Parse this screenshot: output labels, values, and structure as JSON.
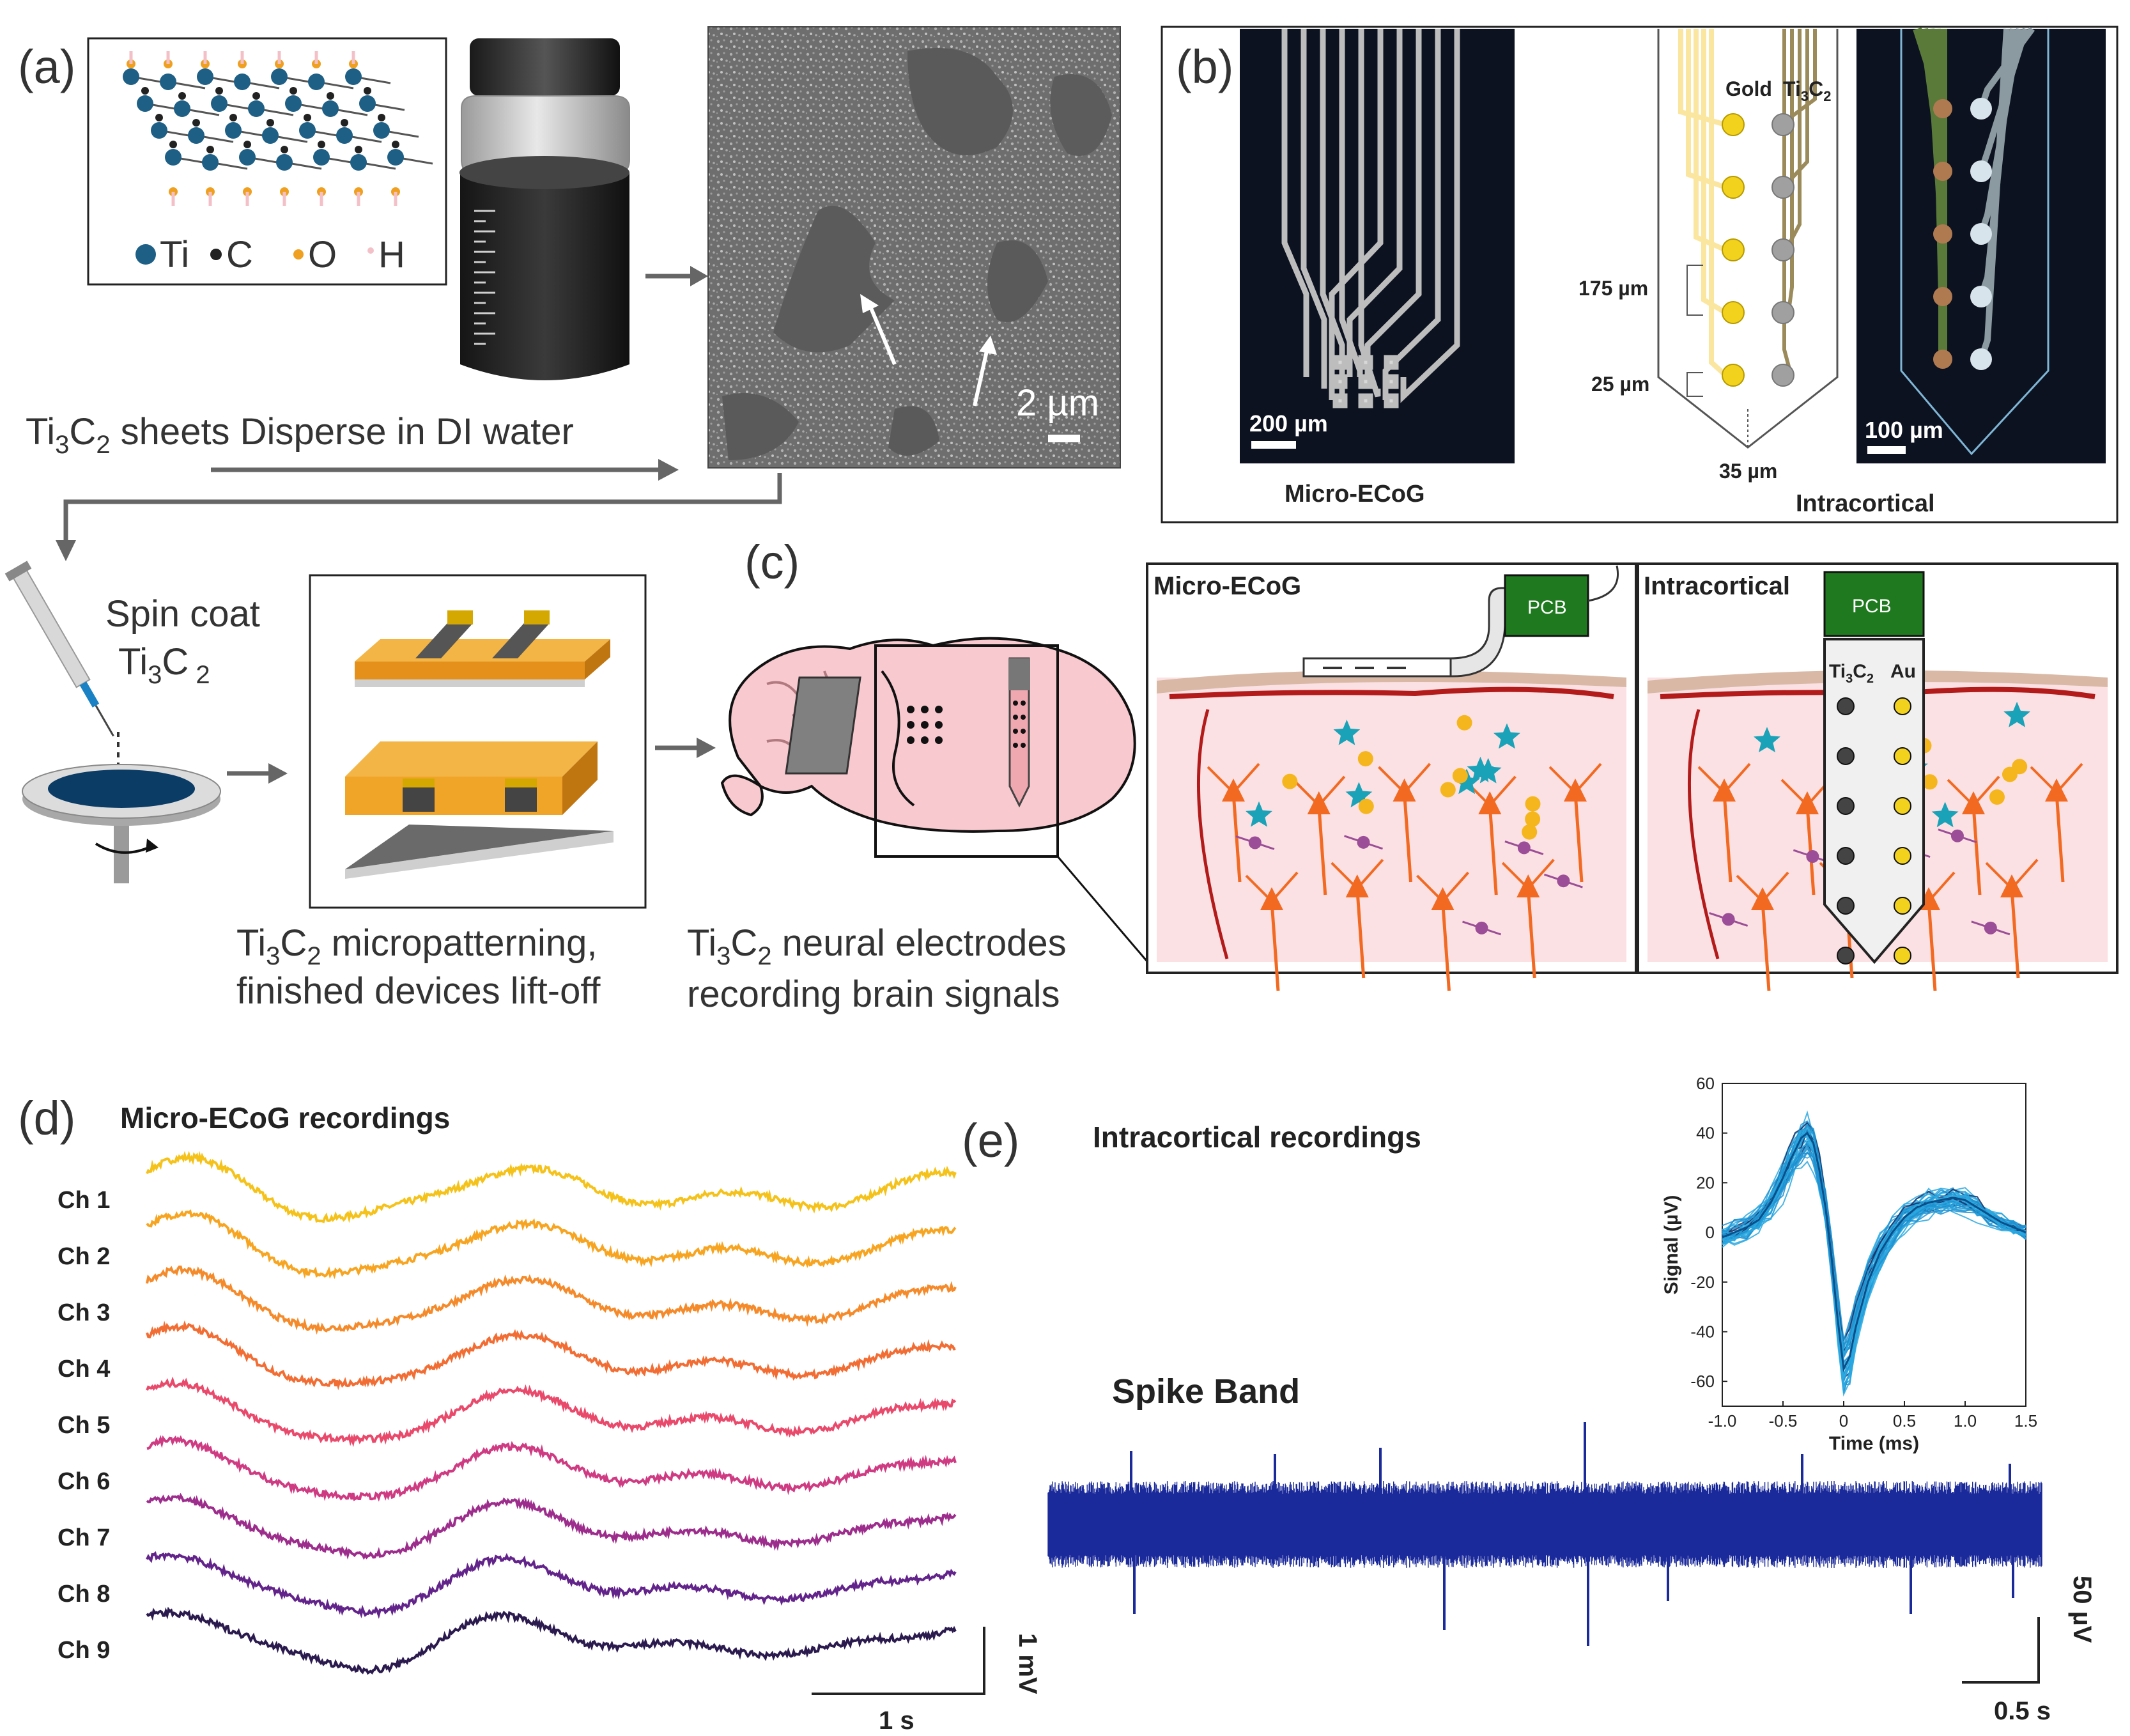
{
  "panels": {
    "a": {
      "label": "(a)",
      "legend": {
        "ti": "Ti",
        "c": "C",
        "o": "O",
        "h": "H"
      },
      "caption1": {
        "pre": "Ti",
        "s1": "3",
        "mid": "C",
        "s2": "2",
        "post": " sheets Disperse in DI water"
      },
      "scale": "2 µm",
      "spin": {
        "line1": "Spin coat",
        "pre": "Ti",
        "s1": "3",
        "mid": "C",
        "s2": " 2"
      },
      "caption2": {
        "pre": "Ti",
        "s1": "3",
        "mid": "C",
        "s2": "2",
        "post": " micropatterning,",
        "line2": "finished devices lift-off"
      },
      "colors": {
        "ti": "#1e5f86",
        "c": "#222222",
        "o": "#f0a020",
        "h": "#f4c0c8"
      }
    },
    "b": {
      "label": "(b)",
      "micro_scale": "200 µm",
      "micro_caption": "Micro-ECoG",
      "gold": "Gold",
      "ti3c2": {
        "pre": "Ti",
        "s1": "3",
        "mid": "C",
        "s2": "2"
      },
      "dim1": "175 µm",
      "dim2": "25 µm",
      "dim3": "35 µm",
      "intra_caption": "Intracortical",
      "intra_scale": "100 µm",
      "colors": {
        "gold": "#f2d21c",
        "ti3c2": "#a0a0a0",
        "trace": "#fbe6a0"
      }
    },
    "c": {
      "label": "(c)",
      "caption": {
        "pre": "Ti",
        "s1": "3",
        "mid": "C",
        "s2": "2",
        "post": " neural electrodes",
        "line2": "recording brain signals"
      },
      "micro_title": "Micro-ECoG",
      "intra_title": "Intracortical",
      "pcb": "PCB",
      "probe": {
        "pre": "Ti",
        "s1": "3",
        "mid": "C",
        "s2": "2",
        "au": "Au"
      },
      "colors": {
        "pcb": "#1f7a1f",
        "tissue": "#fbe1e3",
        "vessel": "#b31b1b",
        "neuron": "#f26a22",
        "astro": "#1aa3b8",
        "glia": "#f5b51c",
        "micro": "#9b4e97"
      }
    },
    "d": {
      "label": "(d)",
      "title": "Micro-ECoG recordings",
      "channels": [
        "Ch 1",
        "Ch 2",
        "Ch 3",
        "Ch 4",
        "Ch 5",
        "Ch 6",
        "Ch 7",
        "Ch 8",
        "Ch 9"
      ],
      "scale_y": "1 mV",
      "scale_x": "1 s",
      "colors": [
        "#f5c21a",
        "#f7a521",
        "#f58a2a",
        "#f26d33",
        "#e9496b",
        "#cf3b82",
        "#9d2d8c",
        "#62238a",
        "#2a1a4e"
      ]
    },
    "e": {
      "label": "(e)",
      "title": "Intracortical recordings",
      "band_title": "Spike Band",
      "scale_y": "50 µV",
      "scale_x": "0.5 s",
      "trace_color": "#1b2a9a",
      "inset_wave_colors": [
        "#1e90d0",
        "#2aa8e0",
        "#1a2a60"
      ]
    }
  },
  "chart_data": {
    "type": "line",
    "title": "",
    "xlabel": "Time (ms)",
    "ylabel": "Signal (µV)",
    "xlim": [
      -1.0,
      1.5
    ],
    "ylim": [
      -70,
      60
    ],
    "xticks": [
      -1.0,
      -0.5,
      0,
      0.5,
      1.0,
      1.5
    ],
    "xtick_labels": [
      "-1.0",
      "-0.5",
      "0",
      "0.5",
      "1.0",
      "1.5"
    ],
    "yticks": [
      60,
      40,
      20,
      0,
      -20,
      -40,
      -60
    ],
    "ytick_labels": [
      "60",
      "40",
      "20",
      "0",
      "-20",
      "-40",
      "-60"
    ],
    "grid": false,
    "series": [
      {
        "x": [
          -1.0,
          -0.9,
          -0.8,
          -0.7,
          -0.6,
          -0.5,
          -0.45,
          -0.4,
          -0.35,
          -0.3,
          -0.25,
          -0.2,
          -0.15,
          -0.1,
          -0.05,
          0,
          0.05,
          0.1,
          0.2,
          0.3,
          0.4,
          0.5,
          0.6,
          0.7,
          0.8,
          0.9,
          1.0,
          1.1,
          1.2,
          1.3,
          1.4,
          1.5
        ],
        "y": [
          -2,
          0,
          2,
          5,
          12,
          22,
          28,
          33,
          38,
          40,
          36,
          25,
          10,
          -10,
          -35,
          -55,
          -50,
          -38,
          -20,
          -8,
          0,
          6,
          10,
          12,
          13,
          14,
          13,
          10,
          7,
          4,
          2,
          0
        ]
      }
    ]
  }
}
